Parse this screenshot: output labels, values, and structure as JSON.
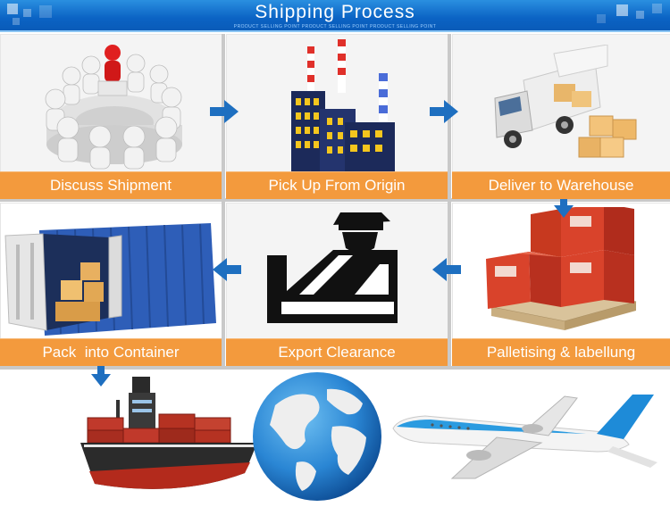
{
  "header": {
    "title": "Shipping Process",
    "subtitle": "PRODUCT SELLING POINT PRODUCT SELLING POINT PRODUCT SELLING POINT"
  },
  "steps": [
    {
      "label": "Discuss Shipment",
      "icon": "meeting-people-icon"
    },
    {
      "label": "Pick Up From Origin",
      "icon": "factory-icon"
    },
    {
      "label": "Deliver to Warehouse",
      "icon": "delivery-truck-icon"
    },
    {
      "label": "Palletising & labellung",
      "icon": "pallet-boxes-icon"
    },
    {
      "label": "Export Clearance",
      "icon": "customs-officer-icon"
    },
    {
      "label": "Pack  into Container",
      "icon": "shipping-container-icon"
    }
  ],
  "transport": [
    "cargo-ship-icon",
    "globe-icon",
    "airplane-icon"
  ],
  "colors": {
    "header": "#0b63c4",
    "label": "#f39a3d",
    "arrow": "#1e6fc0"
  }
}
